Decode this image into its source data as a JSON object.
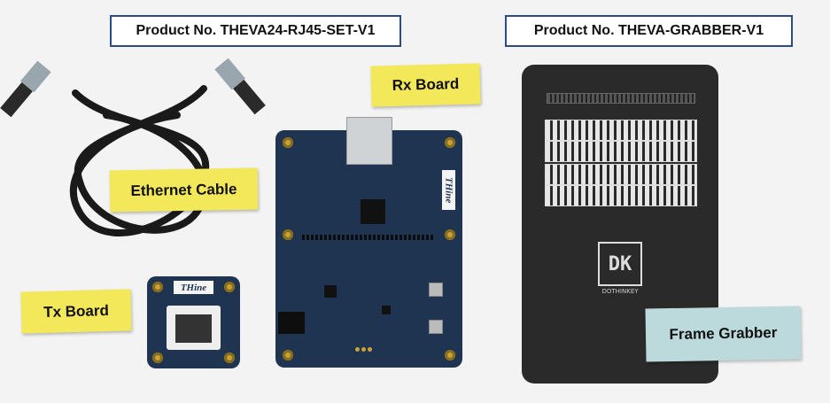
{
  "labels": {
    "product_left": "Product No. THEVA24-RJ45-SET-V1",
    "product_right": "Product No. THEVA-GRABBER-V1",
    "rx_board": "Rx Board",
    "ethernet_cable": "Ethernet Cable",
    "tx_board": "Tx Board",
    "frame_grabber": "Frame Grabber"
  },
  "board_marks": {
    "tx_logo": "THine",
    "rx_logo": "THine"
  },
  "colors": {
    "product_border": "#2b4a8a",
    "sticky_yellow": "#f2e85a",
    "sticky_teal": "#bcd9db",
    "pcb_blue": "#1e3450",
    "grabber_black": "#2a2a2a"
  }
}
